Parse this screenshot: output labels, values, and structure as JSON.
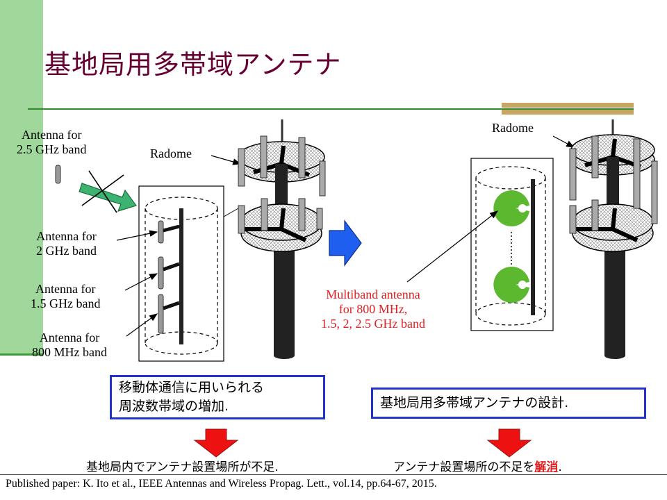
{
  "title": "基地局用多帯域アンテナ",
  "left_diagram": {
    "label_25ghz": [
      "Antenna for",
      "2.5 GHz band"
    ],
    "label_radome": "Radome",
    "label_2ghz": [
      "Antenna for",
      "2 GHz band"
    ],
    "label_15ghz": [
      "Antenna for",
      "1.5 GHz band"
    ],
    "label_800mhz": [
      "Antenna for",
      "800 MHz band"
    ]
  },
  "right_diagram": {
    "label_radome": "Radome",
    "label_multiband": [
      "Multiband antenna",
      "for 800 MHz,",
      "1.5, 2, 2.5 GHz band"
    ]
  },
  "box_left": [
    "移動体通信に用いられる",
    "周波数帯域の増加."
  ],
  "box_right": "基地局用多帯域アンテナの設計.",
  "bottom_left": "基地局内でアンテナ設置場所が不足.",
  "bottom_right_prefix": "アンテナ設置場所の不足を",
  "bottom_right_highlight": "解消",
  "bottom_right_suffix": ".",
  "footer": "Published paper: K. Ito et al., IEEE Antennas and Wireless Propag. Lett., vol.14, pp.64-67, 2015.",
  "colors": {
    "title": "#660033",
    "accent_green": "#9fd89a",
    "box_border": "#2233cc",
    "arrow_red": "#ee1111",
    "arrow_blue": "#1f5ff0",
    "antenna_green": "#5cb82e",
    "highlight_red": "#e02020"
  }
}
